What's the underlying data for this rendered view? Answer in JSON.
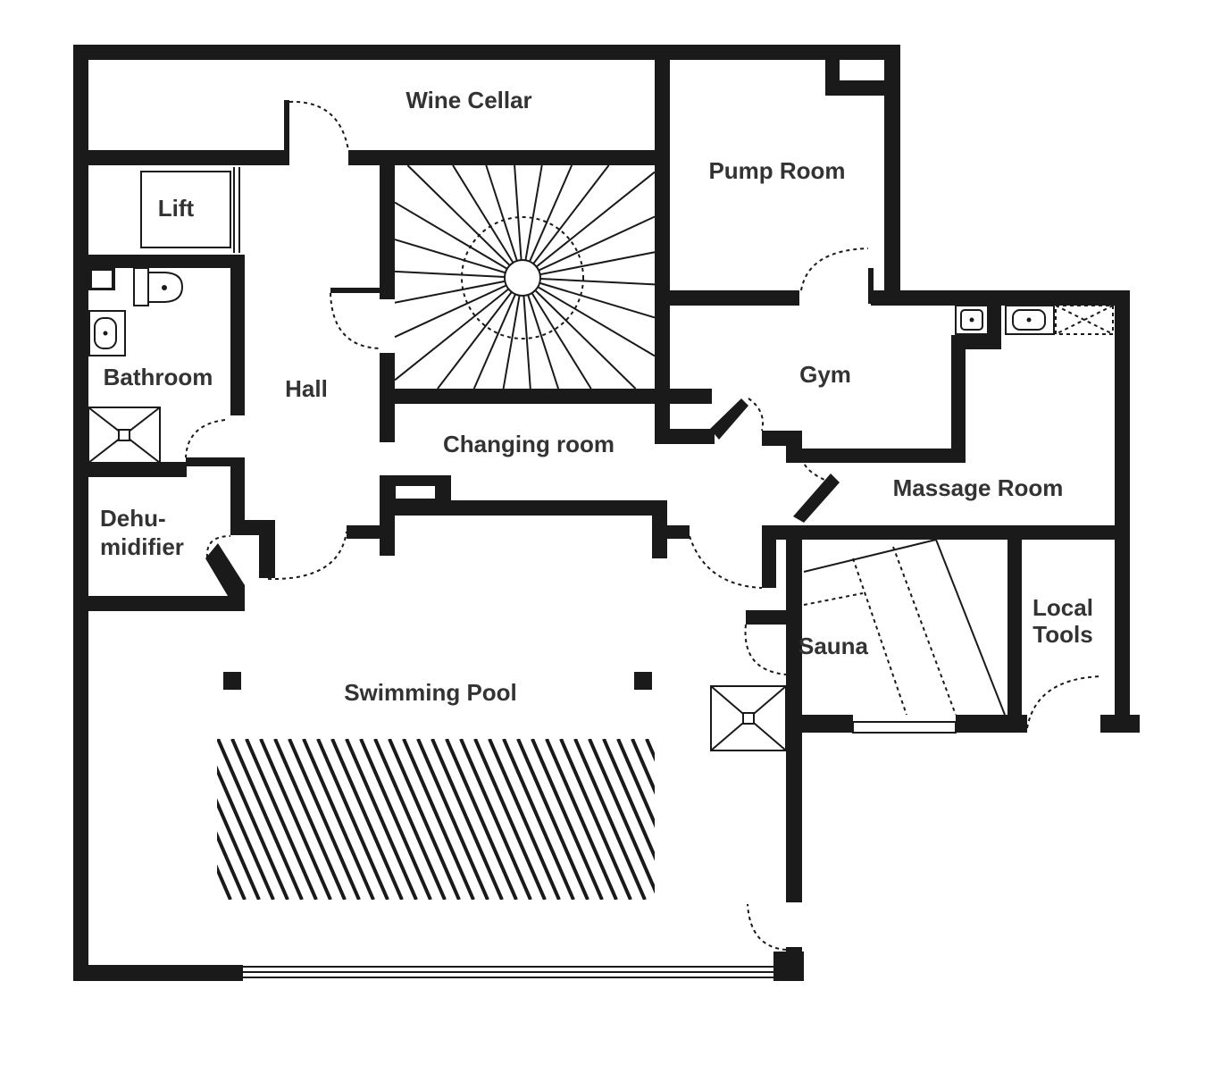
{
  "plan": {
    "colors": {
      "wall": "#1a1a1a",
      "label": "#333333",
      "background": "#ffffff"
    },
    "rooms": {
      "wine_cellar": "Wine Cellar",
      "pump_room": "Pump Room",
      "lift": "Lift",
      "bathroom": "Bathroom",
      "hall": "Hall",
      "gym": "Gym",
      "changing_room": "Changing room",
      "massage_room": "Massage Room",
      "dehumidifier_line1": "Dehu-",
      "dehumidifier_line2": "midifier",
      "sauna": "Sauna",
      "local_tools_line1": "Local",
      "local_tools_line2": "Tools",
      "swimming_pool": "Swimming Pool"
    },
    "fixtures": [
      "spiral-staircase",
      "toilet",
      "washbasin",
      "shower",
      "swimming-pool-basin",
      "sauna-benches"
    ]
  }
}
